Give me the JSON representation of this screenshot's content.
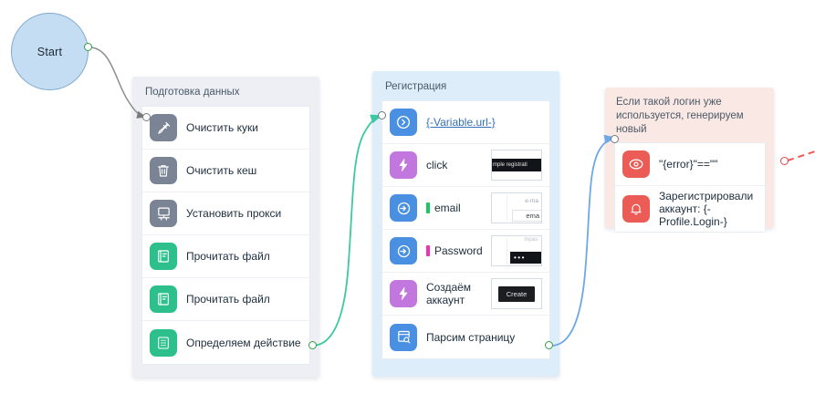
{
  "start": {
    "label": "Start",
    "fill": "#c5ddf2",
    "stroke": "#7fa9cf"
  },
  "groups": {
    "prep": {
      "title": "Подготовка данных",
      "bg": "#edeff4",
      "rows": [
        {
          "label": "Очистить куки",
          "icon": "brush-icon",
          "icon_bg": "#7b8494"
        },
        {
          "label": "Очистить кеш",
          "icon": "trash-icon",
          "icon_bg": "#7b8494"
        },
        {
          "label": "Установить прокси",
          "icon": "monitor-icon",
          "icon_bg": "#7b8494"
        },
        {
          "label": "Прочитать файл",
          "icon": "file-icon",
          "icon_bg": "#2ec08c"
        },
        {
          "label": "Прочитать файл",
          "icon": "file-icon",
          "icon_bg": "#2ec08c"
        },
        {
          "label": "Определяем действие",
          "icon": "grid-icon",
          "icon_bg": "#2ec08c"
        }
      ]
    },
    "reg": {
      "title": "Регистрация",
      "bg": "#ddedfa",
      "rows": [
        {
          "label": "{-Variable.url-}",
          "icon": "navigate-icon",
          "icon_bg": "#4a90e2",
          "link": true
        },
        {
          "label": "click",
          "icon": "bolt-icon",
          "icon_bg": "#c177dd",
          "thumb": "sample-registration"
        },
        {
          "label": "email",
          "icon": "input-icon",
          "icon_bg": "#4a90e2",
          "bar": "#17c964",
          "thumb": "email-field"
        },
        {
          "label": "Password",
          "icon": "input-icon",
          "icon_bg": "#4a90e2",
          "bar": "#f42fb0",
          "thumb": "password-field"
        },
        {
          "label": "Создаём\nаккаунт",
          "icon": "bolt-icon",
          "icon_bg": "#c177dd",
          "thumb": "create-button"
        },
        {
          "label": "Парсим страницу",
          "icon": "parse-icon",
          "icon_bg": "#4a90e2"
        }
      ]
    },
    "err": {
      "title": "Если такой логин уже\nиспользуется, генерируем\nновый",
      "bg": "#fae8e4",
      "rows": [
        {
          "label": "\"{error}\"==\"\"",
          "icon": "condition-icon",
          "icon_bg": "#eb5c57"
        },
        {
          "label": "Зарегистрировали\nаккаунт: {-Profile.Login-}",
          "icon": "bell-icon",
          "icon_bg": "#eb5c57"
        }
      ]
    }
  },
  "thumbs": {
    "sample-registration": {
      "band_text": "mple registrati"
    },
    "email-field": {
      "ghost_top": "e-ma",
      "ghost_bottom": "ema"
    },
    "password-field": {
      "ghost_top": "mpas",
      "dots": "•••"
    },
    "create-button": {
      "button_text": "Create"
    }
  },
  "wires": {
    "start_to_prep": {
      "color": "#8c8c8c",
      "style": "solid"
    },
    "prep_to_reg": {
      "color": "#3cc9a0",
      "style": "solid"
    },
    "reg_to_err": {
      "color": "#6fa8e8",
      "style": "solid"
    },
    "err_out": {
      "color": "#ef5a55",
      "style": "dashed"
    }
  }
}
